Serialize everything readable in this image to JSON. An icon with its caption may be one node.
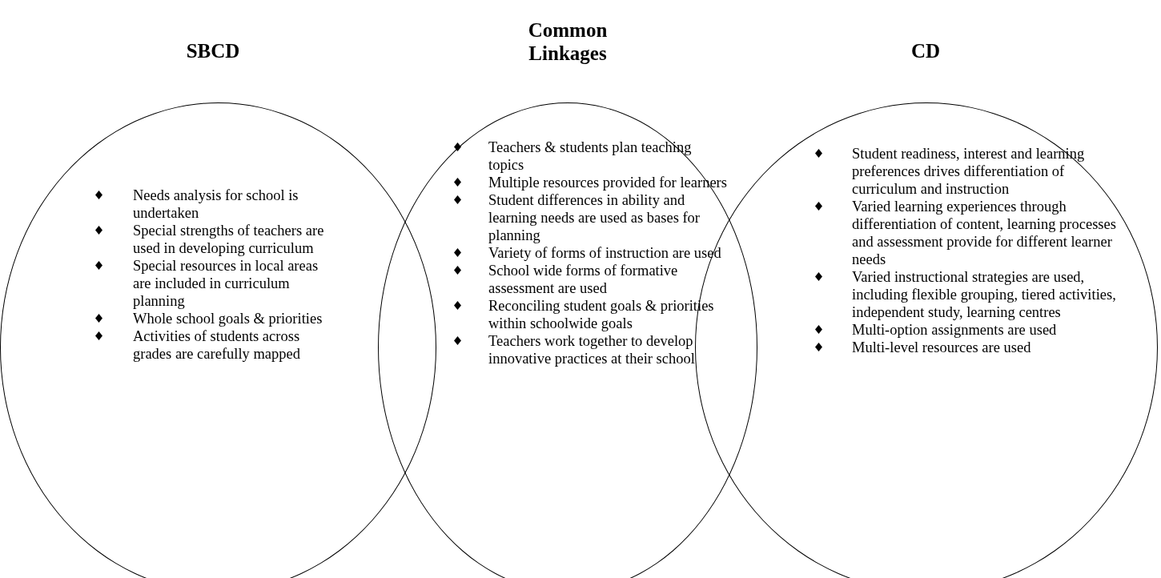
{
  "diagram": {
    "nodes": [
      {
        "text": [
          "SBCD",
          "Needs analysis for school is undertaken",
          "Special strengths of teachers are used in developing curriculum",
          "Special resources in local areas are included in curriculum planning",
          "Whole school goals & priorities",
          "Activities of students across grades are carefully mapped"
        ]
      },
      {
        "text": [
          "Common Linkages",
          "Teachers & students plan teaching topics",
          "Multiple resources provided for learners",
          "Student differences in ability and learning needs are used as bases for planning",
          "Variety of forms of instruction are used",
          "School wide forms of formative assessment are used",
          "Reconciling student goals & priorities within schoolwide goals",
          "Teachers work together to develop innovative practices at their school"
        ]
      },
      {
        "text": [
          "CD",
          "Student readiness, interest and learning preferences drives differentiation of curriculum and instruction",
          "Varied learning experiences through differentiation of content, learning processes and assessment provide for different learner needs",
          "Varied instructional strategies are used, including flexible grouping, tiered activities, independent study, learning centres",
          "Multi-option assignments are used",
          "Multi-level resources are used"
        ]
      }
    ]
  }
}
